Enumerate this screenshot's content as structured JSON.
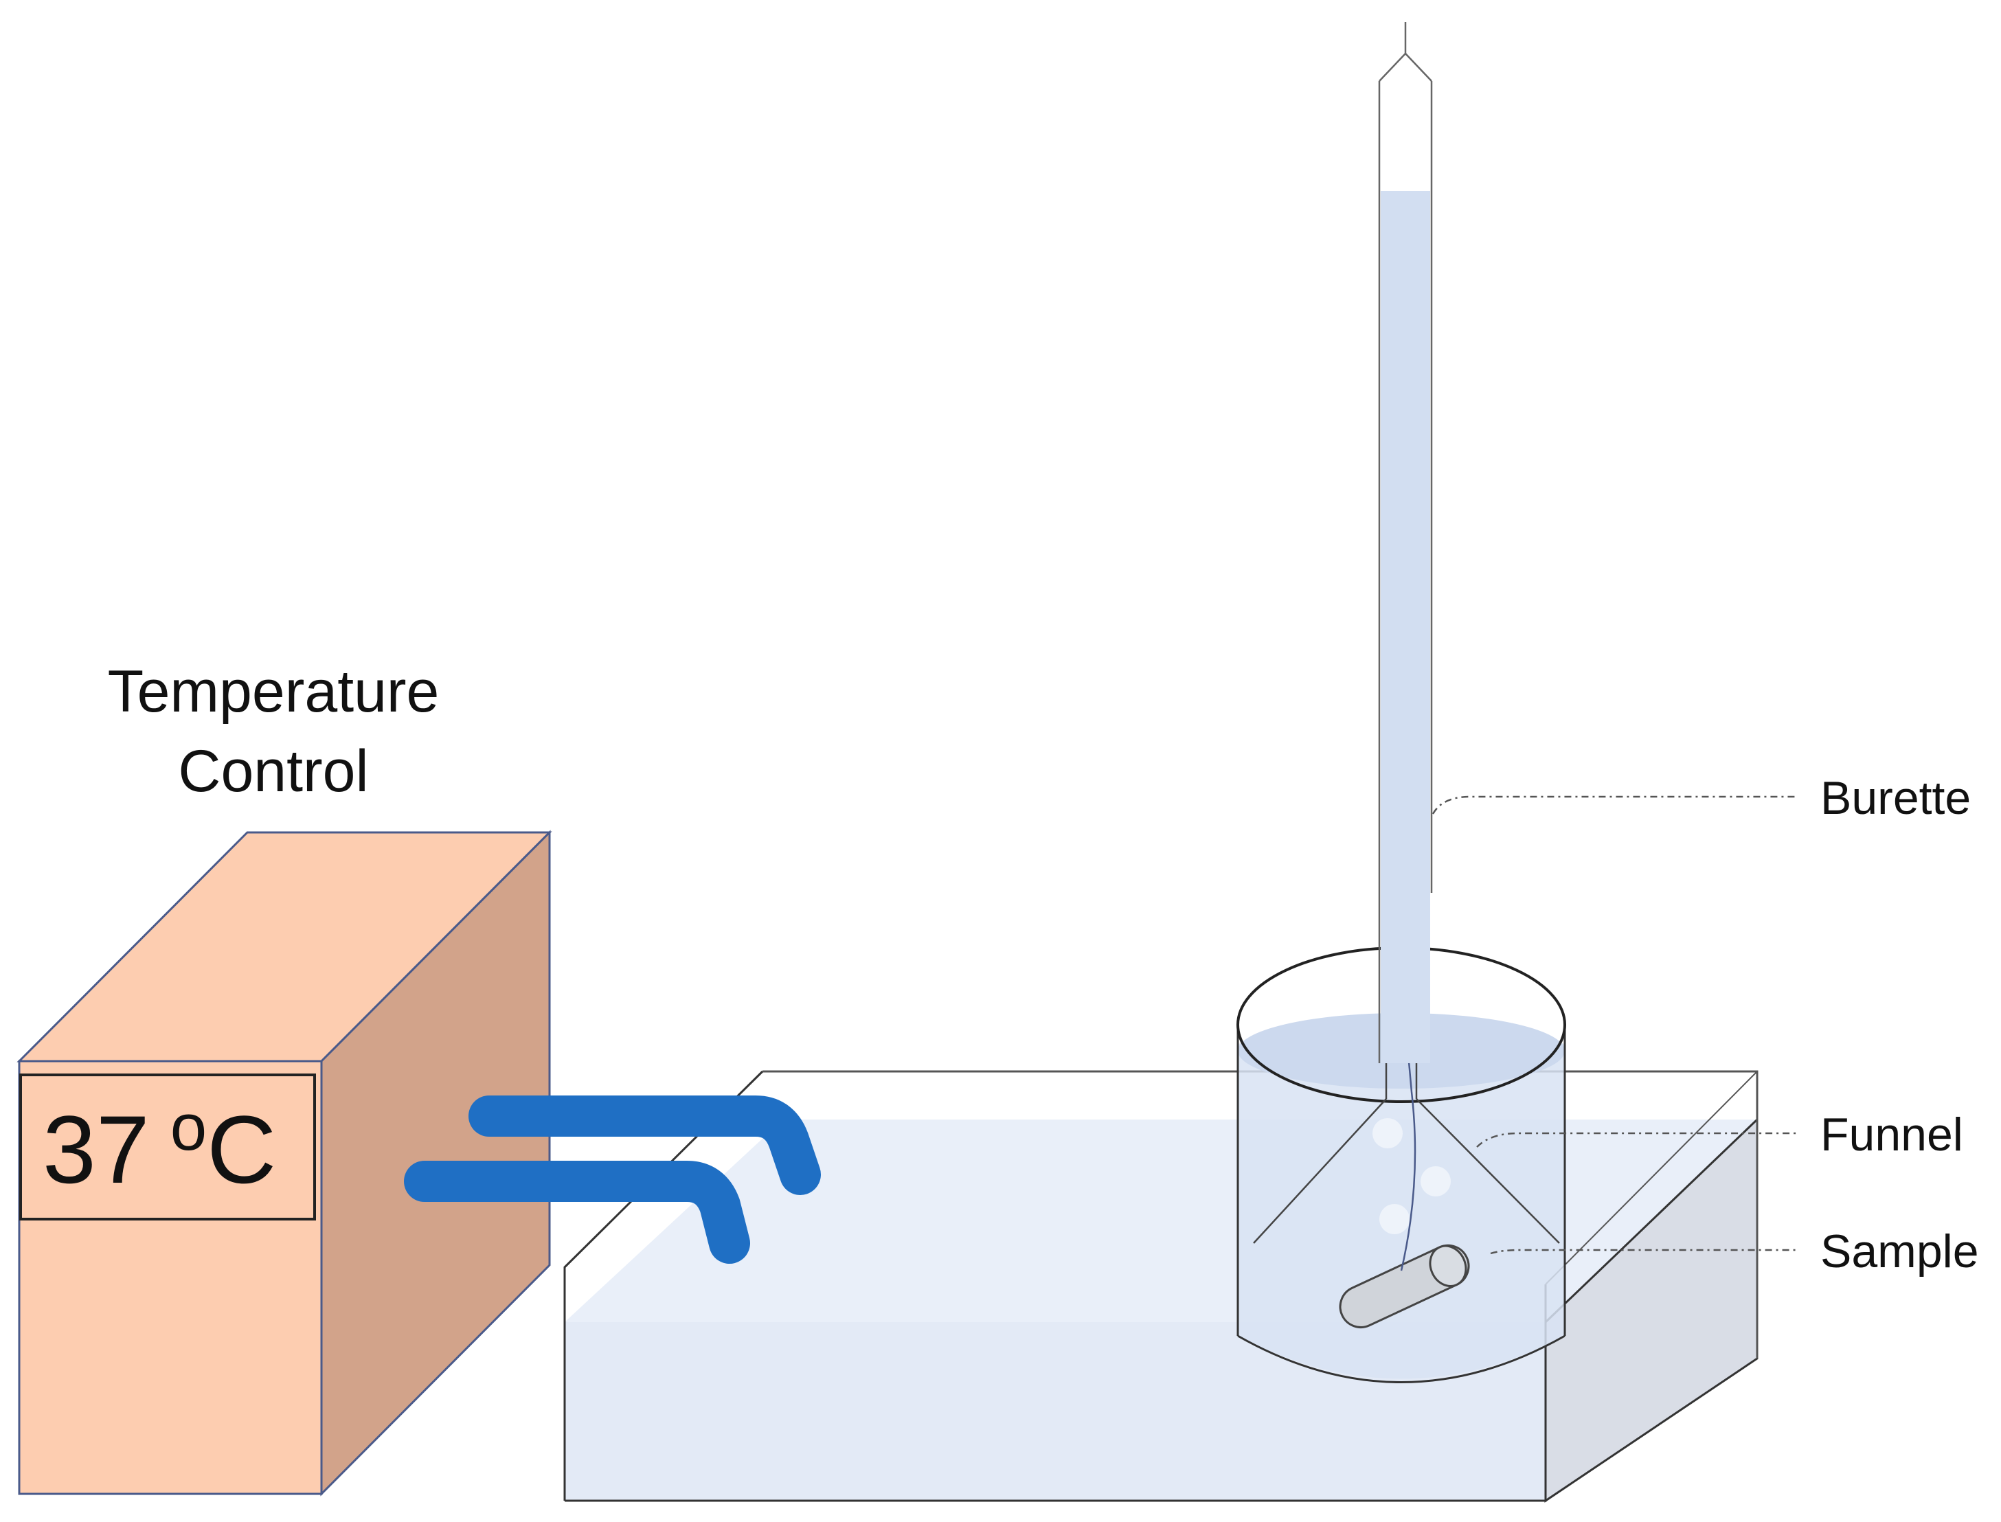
{
  "temperature_control": {
    "title_line1": "Temperature",
    "title_line2": "Control",
    "display_value": "37",
    "display_degree": "o",
    "display_unit": "C"
  },
  "callouts": {
    "burette": "Burette",
    "funnel": "Funnel",
    "sample": "Sample"
  },
  "colors": {
    "box_front": "#fdcdb0",
    "box_side": "#d2a38a",
    "box_top": "#fdcdb0",
    "hose": "#1f6fc4",
    "water": "#dce6f4",
    "water_light": "#e9eff9",
    "tank_side": "#d9dde6",
    "burette_fill": "#d2def1",
    "outline": "#333333"
  }
}
